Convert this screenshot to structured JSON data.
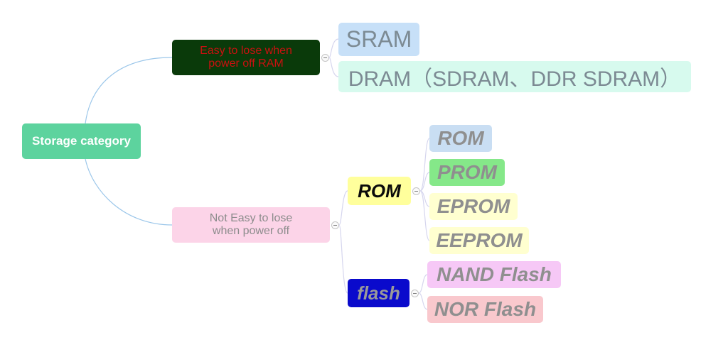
{
  "mindmap": {
    "root": {
      "label": "Storage category"
    },
    "ram": {
      "lines": [
        "Easy to lose when",
        "power off RAM"
      ],
      "children": {
        "sram": {
          "label": "SRAM"
        },
        "dram": {
          "label": "DRAM",
          "paren_open": "（",
          "inner": "SDRAM",
          "sep": "、",
          "inner2": "DDR SDRAM",
          "paren_close": "）"
        }
      }
    },
    "nonvolatile": {
      "lines": [
        "Not Easy to lose",
        "when power off"
      ],
      "children": {
        "rom_group": {
          "label": "ROM",
          "children": {
            "rom": "ROM",
            "prom": "PROM",
            "eprom": "EPROM",
            "eeprom": "EEPROM"
          }
        },
        "flash_group": {
          "label": "flash",
          "children": {
            "nand": "NAND Flash",
            "nor": "NOR Flash"
          }
        }
      }
    }
  },
  "colors": {
    "connector": "#9cc7ea",
    "subconnector": "#d6d6ee",
    "root_bg": "#5dd39e",
    "ram_bg": "#0a3a0a",
    "ram_text": "#cc1010",
    "nonvolatile_bg": "#fcd4e8"
  },
  "icons": {
    "collapse": "minus-circle-icon"
  }
}
